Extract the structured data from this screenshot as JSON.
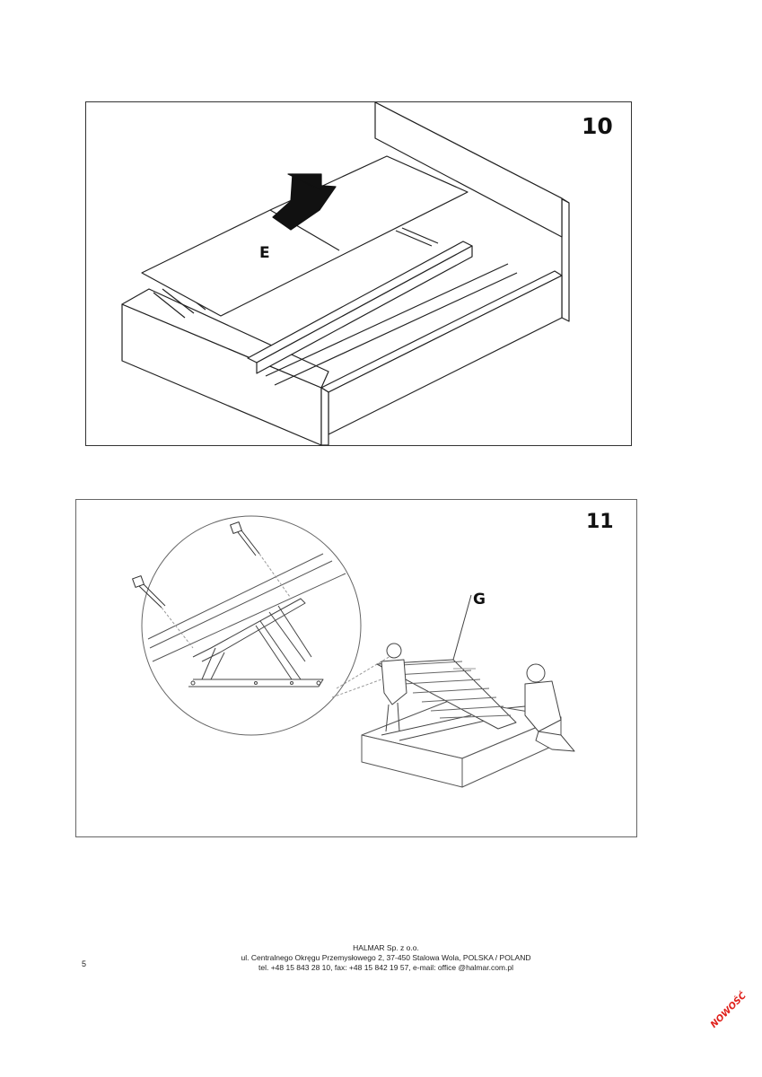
{
  "step10": {
    "number": "10",
    "part_label": "E"
  },
  "step11": {
    "number": "11",
    "part_label": "G"
  },
  "footer": {
    "page_number": "5",
    "company": "HALMAR Sp. z o.o.",
    "address": "ul. Centralnego Okręgu Przemysłowego 2, 37-450 Stalowa Wola, POLSKA / POLAND",
    "contact": "tel. +48 15 843 28 10, fax: +48 15 842 19 57, e-mail: office @halmar.com.pl"
  },
  "badge": {
    "text": "NOWOŚĆ",
    "color": "#e0201b"
  }
}
